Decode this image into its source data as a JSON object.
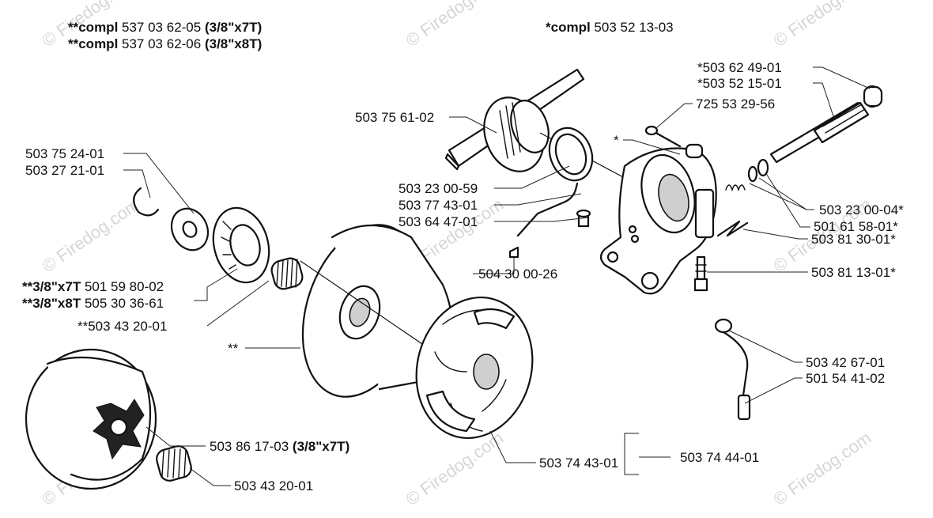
{
  "watermark": "© Firedog.com",
  "labels": {
    "compl_1": {
      "bold": "**compl",
      "rest": " 537 03 62-05 ",
      "bold2": "(3/8\"x7T)"
    },
    "compl_2": {
      "bold": "**compl",
      "rest": " 537 03 62-06 ",
      "bold2": "(3/8\"x8T)"
    },
    "compl_3": {
      "bold": "*compl",
      "rest": " 503 52 13-03"
    },
    "p_503_62_49_01": "*503 62 49-01",
    "p_503_52_15_01": "*503 52 15-01",
    "p_725_53_29_56": "725 53 29-56",
    "p_star": "*",
    "p_503_75_61_02": "503 75 61-02",
    "p_503_75_24_01": "503 75 24-01",
    "p_503_27_21_01": "503 27 21-01",
    "p_503_23_00_59": "503 23 00-59",
    "p_503_77_43_01": "503 77 43-01",
    "p_503_64_47_01": "503 64 47-01",
    "p_503_23_00_04": "503 23 00-04*",
    "p_501_61_58_01": "501 61 58-01*",
    "p_503_81_30_01": "503 81 30-01*",
    "p_504_30_00_26": "504 30 00-26",
    "p_503_81_13_01": "503 81 13-01*",
    "p_501_59_80_02": {
      "bold": "**3/8\"x7T",
      "rest": " 501 59 80-02"
    },
    "p_505_30_36_61": {
      "bold": "**3/8\"x8T",
      "rest": " 505 30 36-61"
    },
    "p_503_43_20_01_a": "**503 43 20-01",
    "p_double_star": "**",
    "p_503_42_67_01": "503 42 67-01",
    "p_501_54_41_02": "501 54 41-02",
    "p_503_86_17_03": {
      "rest": "503 86 17-03 ",
      "bold": "(3/8\"x7T)"
    },
    "p_503_74_43_01": "503 74 43-01",
    "p_503_74_44_01": "503 74 44-01",
    "p_503_43_20_01_b": "503 43 20-01"
  }
}
